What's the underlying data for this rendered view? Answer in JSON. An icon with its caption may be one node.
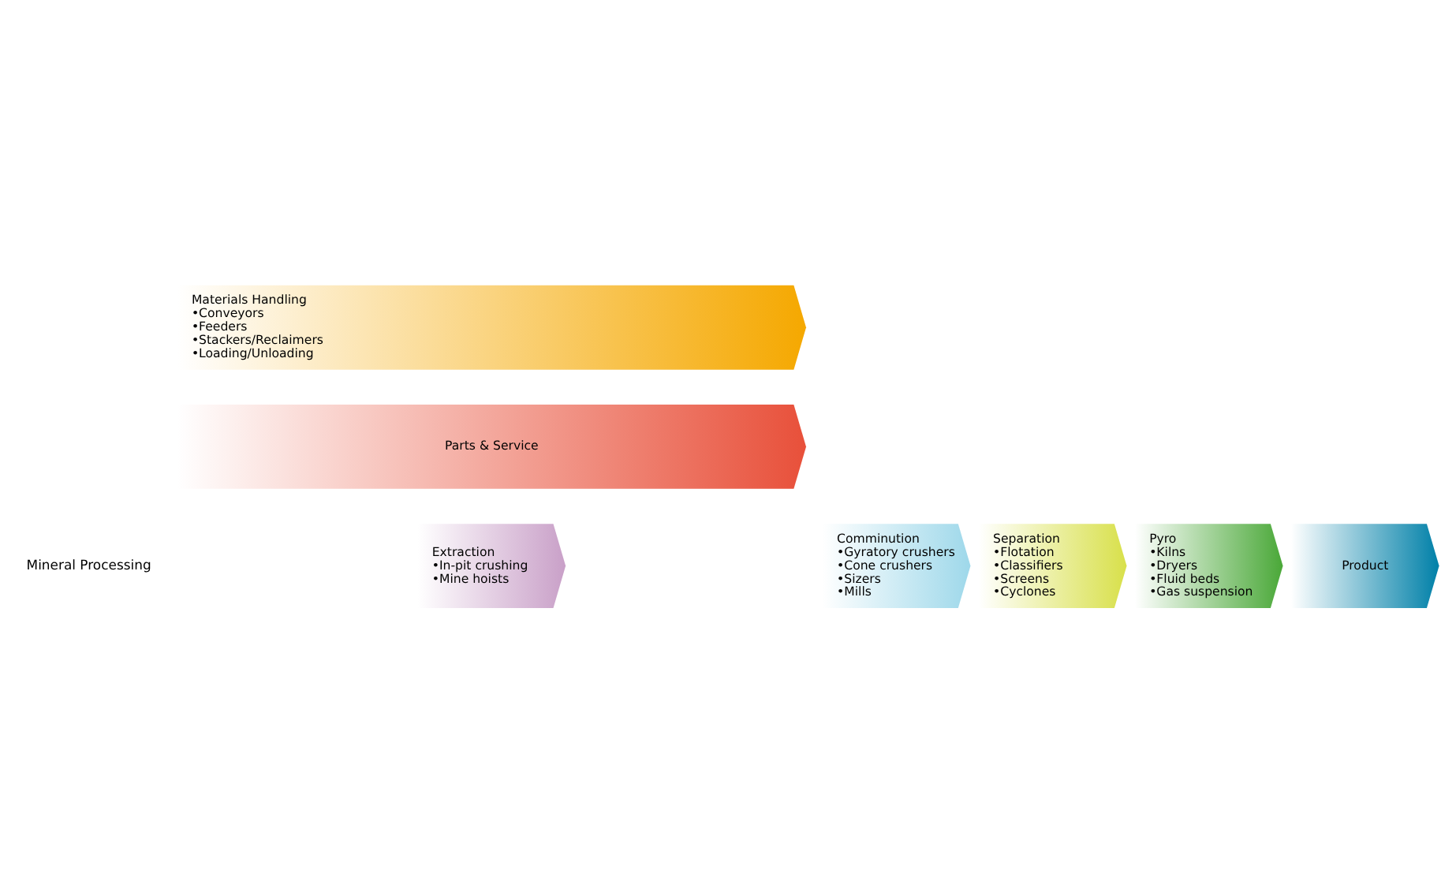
{
  "diagram": {
    "nodes": [
      {
        "text": [
          "Extraction",
          "•In-pit crushing",
          "•Mine hoists"
        ]
      },
      {
        "text": [
          "Comminution",
          "•Gyratory crushers",
          "•Cone crushers",
          "•Sizers",
          "•Mills"
        ]
      },
      {
        "text": [
          "Separation",
          "•Flotation",
          "•Classifiers",
          "•Screens",
          "•Cyclones"
        ]
      },
      {
        "text": [
          "Pyro",
          "•Kilns",
          "•Dryers",
          "•Fluid beds",
          "•Gas suspension"
        ]
      },
      {
        "text": [
          "Product"
        ]
      },
      {
        "text": [
          "Materials Handling",
          "•Conveyors",
          "•Feeders",
          "•Stackers/Reclaimers",
          "•Loading/Unloading"
        ]
      },
      {
        "text": [
          "Parts & Service"
        ]
      }
    ],
    "edges": [],
    "labels": [
      "Mineral Processing"
    ]
  }
}
